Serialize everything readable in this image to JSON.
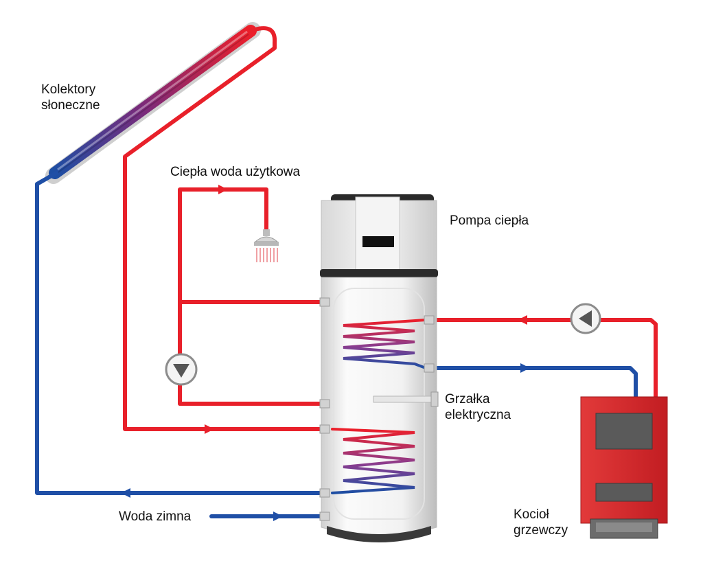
{
  "labels": {
    "collectors": [
      "Kolektory",
      "słoneczne"
    ],
    "hot_water": "Ciepła woda użytkowa",
    "heat_pump": "Pompa ciepła",
    "heater": [
      "Grzałka",
      "elektryczna"
    ],
    "cold_water": "Woda zimna",
    "boiler": [
      "Kocioł",
      "grzewczy"
    ]
  },
  "colors": {
    "hot_pipe": "#e8202a",
    "cold_pipe": "#1f4fa6",
    "boiler_red": "#d9262b",
    "tank_body": "#ececec",
    "tank_cap": "#2a2a2a"
  },
  "icons": [
    "solar-collector-icon",
    "shower-head-icon",
    "circulation-pump-icon",
    "boiler-icon",
    "heat-pump-tank-icon",
    "electric-heater-icon"
  ]
}
